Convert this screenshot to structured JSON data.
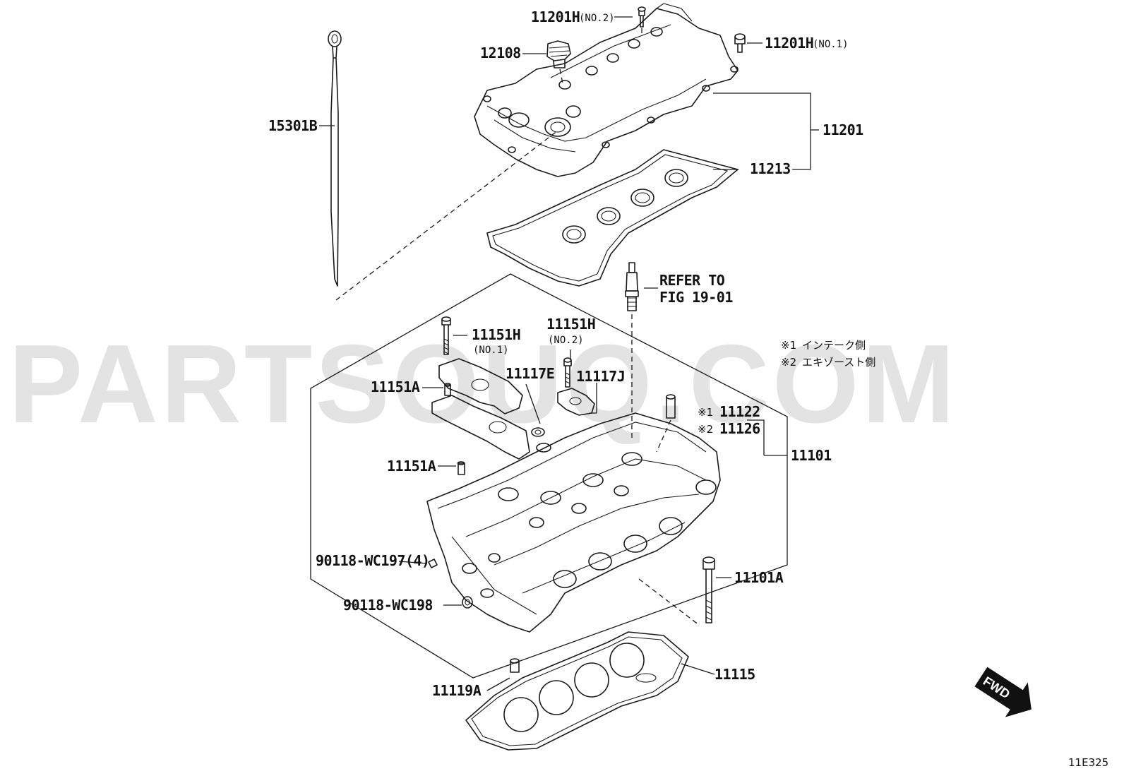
{
  "watermark": "PARTSOUQ.COM",
  "figure_code": "11E325",
  "fwd_label": "FWD",
  "refer": {
    "line1": "REFER TO",
    "line2": "FIG 19-01"
  },
  "notes": {
    "n1_mark": "※1",
    "n1_text": "インテーク側",
    "n2_mark": "※2",
    "n2_text": "エキゾースト側"
  },
  "parts": {
    "p11201H_no2": {
      "number": "11201H",
      "sub": "(NO.2)"
    },
    "p11201H_no1": {
      "number": "11201H",
      "sub": "(NO.1)"
    },
    "p12108": {
      "number": "12108"
    },
    "p15301B": {
      "number": "15301B"
    },
    "p11201": {
      "number": "11201"
    },
    "p11213": {
      "number": "11213"
    },
    "p11151H_no1": {
      "number": "11151H",
      "sub": "(NO.1)"
    },
    "p11151H_no2": {
      "number": "11151H",
      "sub": "(NO.2)"
    },
    "p11151A_top": {
      "number": "11151A"
    },
    "p11117E": {
      "number": "11117E"
    },
    "p11117J": {
      "number": "11117J"
    },
    "p11122": {
      "number": "11122",
      "mark": "※1"
    },
    "p11126": {
      "number": "11126",
      "mark": "※2"
    },
    "p11101": {
      "number": "11101"
    },
    "p11151A_mid": {
      "number": "11151A"
    },
    "p90118_wc197": {
      "number": "90118-WC197(4)"
    },
    "p90118_wc198": {
      "number": "90118-WC198"
    },
    "p11101A": {
      "number": "11101A"
    },
    "p11115": {
      "number": "11115"
    },
    "p11119A": {
      "number": "11119A"
    }
  }
}
